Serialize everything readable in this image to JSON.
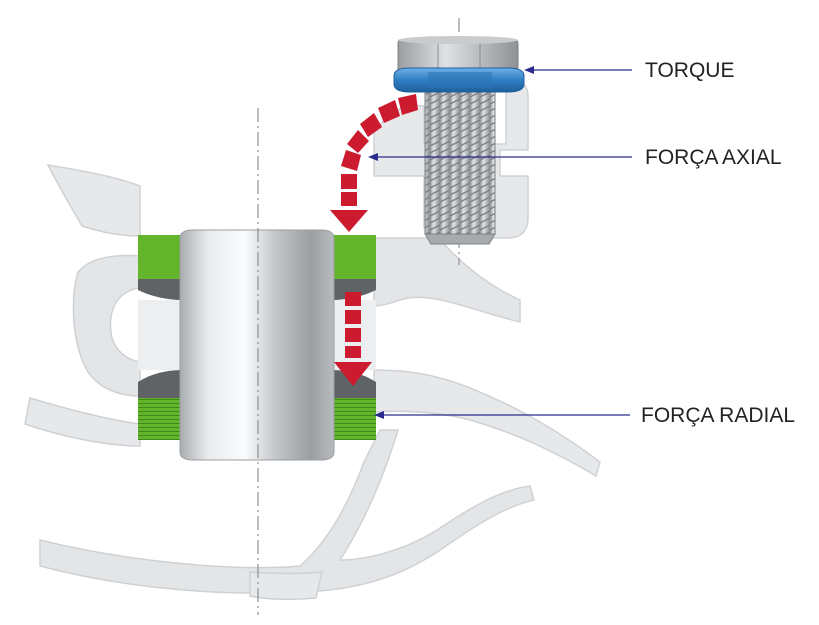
{
  "labels": {
    "torque": "TORQUE",
    "axial_force": "FORÇA AXIAL",
    "radial_force": "FORÇA RADIAL"
  },
  "colors": {
    "housing": "#e3e5e7",
    "housing_edge": "#c9cccf",
    "pin": "#c7cacd",
    "bearing_green": "#63b62c",
    "bearing_dark": "#5f6366",
    "washer_blue": "#3d8fd1",
    "arrow_red": "#cc1a2e",
    "callout_line": "#2a2d8c",
    "bolt": "#b9bcbf"
  },
  "icons": {
    "torque_arrow": "curved-dashed-arrow",
    "axial_arrow": "dashed-down-arrow"
  }
}
